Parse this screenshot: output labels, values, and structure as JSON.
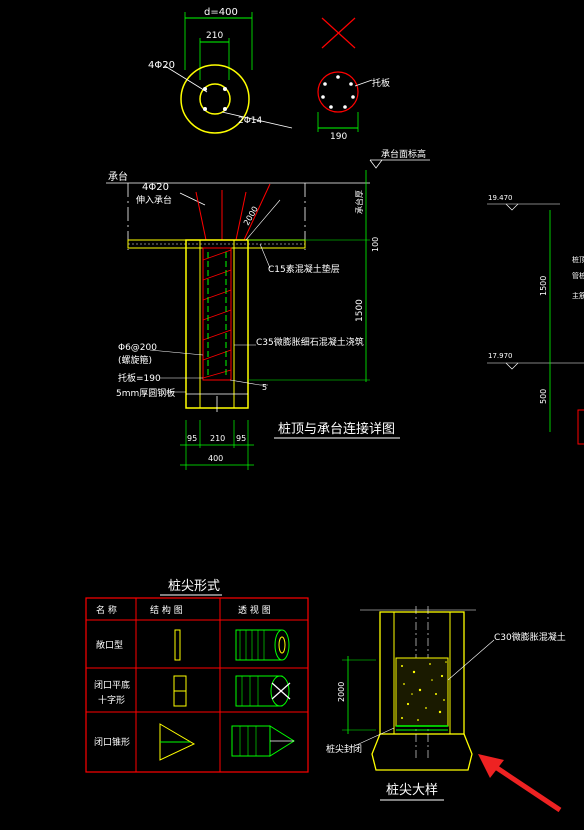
{
  "colors": {
    "background": "#000000",
    "white": "#ffffff",
    "yellow": "#ffff00",
    "red": "#ff0000",
    "green": "#00ff00",
    "cyan": "#00ffff"
  },
  "dims": {
    "d400_top": "d=400",
    "w210_top": "210",
    "w190_right": "190",
    "h100": "100",
    "h1500": "1500",
    "b95_left": "95",
    "b210": "210",
    "b95_right": "95",
    "b400": "400",
    "h2000_note": "2000",
    "h2000_tip": "2000",
    "elev_top": "19.470",
    "elev_mid": "17.970",
    "right_1500": "1500",
    "right_500": "500"
  },
  "labels": {
    "rebar_4phi20_top": "4Φ20",
    "rebar_2phi14": "2Φ14",
    "hoop_label": "托板",
    "cap_bottom_elev": "承台面标高",
    "cap": "承台",
    "rebar_4phi20_mid": "4Φ20",
    "rebar_anchor": "伸入承台",
    "c15_note": "C15素混凝土垫层",
    "c35_note": "C35微膨胀细石混凝土浇筑",
    "stirrup": "Φ6@200",
    "stirrup_sub": "(螺旋箍)",
    "plate": "托板=190",
    "steel_plate": "5mm厚圆钢板",
    "detail_title": "桩顶与承台连接详图",
    "cap_vertical": "承台厚",
    "right_note1": "桩顶",
    "right_note2": "管桩",
    "right_note3": "主筋"
  },
  "pile_tip_table": {
    "title": "桩尖形式",
    "headers": [
      "名 称",
      "结 构 图",
      "透 视 图"
    ],
    "rows": [
      {
        "name": "敞口型"
      },
      {
        "name": "闭口平底\n十字形"
      },
      {
        "name": "闭口锥形"
      }
    ]
  },
  "tip_detail": {
    "title": "桩尖大样",
    "c30_note": "C30微膨胀混凝土",
    "steel_note": "桩尖封闭"
  }
}
